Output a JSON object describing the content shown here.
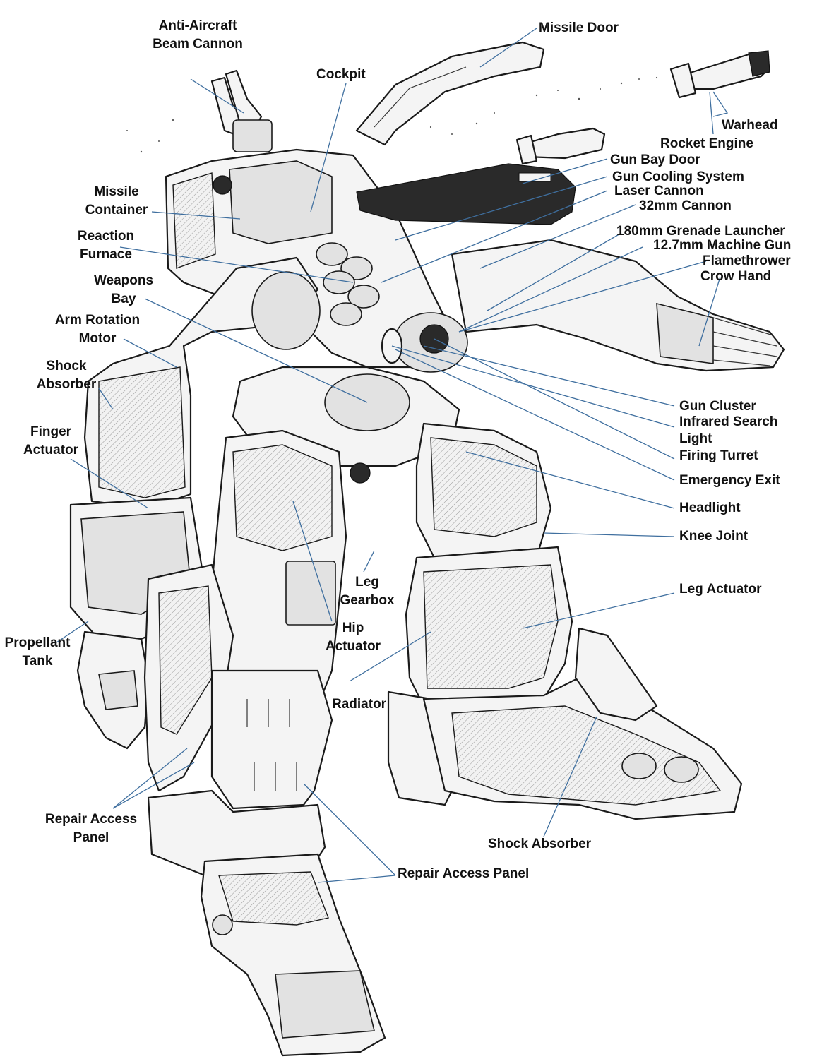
{
  "labels": {
    "anti_aircraft": [
      "Anti-Aircraft",
      "Beam Cannon"
    ],
    "missile_door": "Missile Door",
    "cockpit": "Cockpit",
    "warhead": "Warhead",
    "rocket_engine": "Rocket Engine",
    "gun_bay_door": "Gun Bay Door",
    "gun_cooling": "Gun Cooling System",
    "laser_cannon": "Laser Cannon",
    "cannon_32mm": "32mm Cannon",
    "grenade_launcher": "180mm Grenade Launcher",
    "machine_gun": "12.7mm Machine Gun",
    "flamethrower": "Flamethrower",
    "crow_hand": "Crow Hand",
    "missile_container": [
      "Missile",
      "Container"
    ],
    "reaction_furnace": [
      "Reaction",
      "Furnace"
    ],
    "weapons_bay": [
      "Weapons",
      "Bay"
    ],
    "arm_rotation_motor": [
      "Arm Rotation",
      "Motor"
    ],
    "shock_absorber_arm": [
      "Shock",
      "Absorber"
    ],
    "finger_actuator": [
      "Finger",
      "Actuator"
    ],
    "gun_cluster": "Gun Cluster",
    "infrared_search_light": [
      "Infrared Search",
      "Light"
    ],
    "firing_turret": "Firing Turret",
    "emergency_exit": "Emergency Exit",
    "headlight": "Headlight",
    "knee_joint": "Knee Joint",
    "leg_actuator": "Leg Actuator",
    "leg_gearbox": [
      "Leg",
      "Gearbox"
    ],
    "hip_actuator": [
      "Hip",
      "Actuator"
    ],
    "propellant_tank": [
      "Propellant",
      "Tank"
    ],
    "radiator": "Radiator",
    "repair_access_panel_left": [
      "Repair Access",
      "Panel"
    ],
    "shock_absorber_leg": "Shock Absorber",
    "repair_access_panel_right": "Repair Access Panel"
  },
  "colors": {
    "leader_line": "#3f6f9f",
    "label_text": "#111111",
    "line_art": "#1a1a1a"
  }
}
